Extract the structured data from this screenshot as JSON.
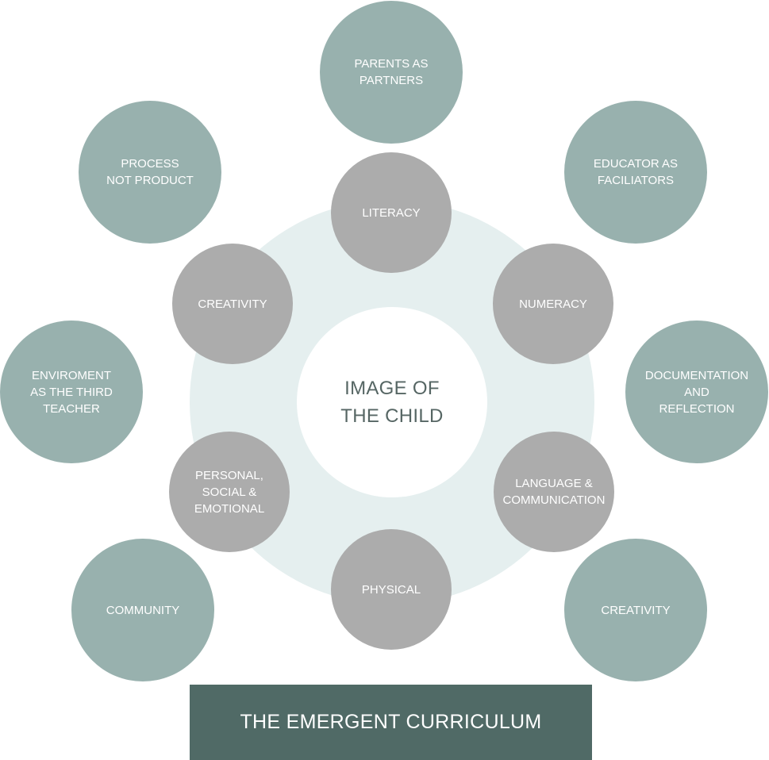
{
  "center_label": "IMAGE OF\nTHE CHILD",
  "footer_title": "THE EMERGENT CURRICULUM",
  "colors": {
    "outer_circle": "#98b1ae",
    "inner_circle": "#acacac",
    "ring": "#e5efef",
    "footer": "#506a66"
  },
  "outer_nodes": [
    "PARENTS AS\nPARTNERS",
    "EDUCATOR AS\nFACILIATORS",
    "DOCUMENTATION\nAND\nREFLECTION",
    "CREATIVITY",
    "COMMUNITY",
    "ENVIROMENT\nAS THE THIRD\nTEACHER",
    "PROCESS\nNOT PRODUCT"
  ],
  "inner_nodes": [
    "LITERACY",
    "NUMERACY",
    "LANGUAGE &\nCOMMUNICATION",
    "PHYSICAL",
    "PERSONAL,\nSOCIAL &\nEMOTIONAL",
    "CREATIVITY"
  ]
}
